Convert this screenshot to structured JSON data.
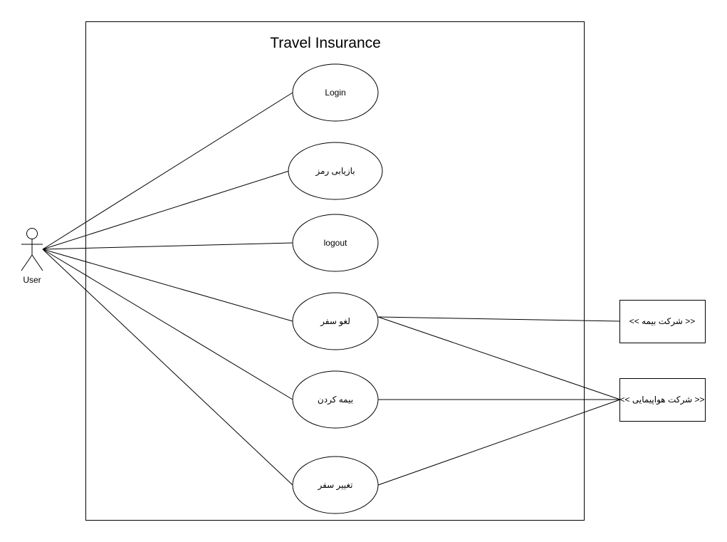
{
  "system": {
    "title": "Travel Insurance"
  },
  "actor": {
    "name": "User"
  },
  "use_cases": [
    {
      "id": "login",
      "label": "Login"
    },
    {
      "id": "recover",
      "label": "بازیابی رمز"
    },
    {
      "id": "logout",
      "label": "logout"
    },
    {
      "id": "cancel-trip",
      "label": "لغو سفر"
    },
    {
      "id": "insure",
      "label": "بیمه کردن"
    },
    {
      "id": "change-trip",
      "label": "تغییر سفر"
    }
  ],
  "external_systems": [
    {
      "id": "insurance-company",
      "label": "<< شرکت بیمه >>"
    },
    {
      "id": "airline",
      "label": "<< شرکت هواپیمایی >>"
    }
  ],
  "associations": [
    {
      "from": "actor",
      "to": "login"
    },
    {
      "from": "actor",
      "to": "recover"
    },
    {
      "from": "actor",
      "to": "logout"
    },
    {
      "from": "actor",
      "to": "cancel-trip"
    },
    {
      "from": "actor",
      "to": "insure"
    },
    {
      "from": "actor",
      "to": "change-trip"
    },
    {
      "from": "cancel-trip",
      "to": "insurance-company"
    },
    {
      "from": "cancel-trip",
      "to": "airline"
    },
    {
      "from": "insure",
      "to": "airline"
    },
    {
      "from": "change-trip",
      "to": "airline"
    }
  ]
}
